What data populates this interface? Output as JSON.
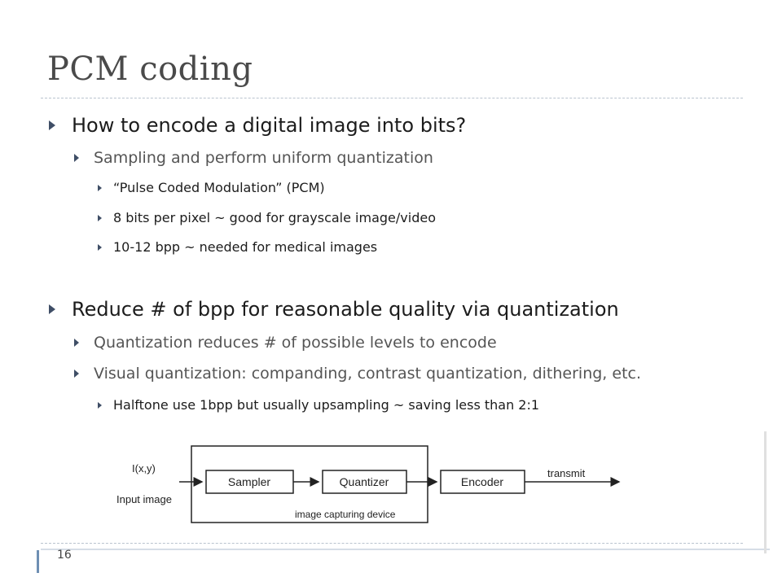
{
  "slide": {
    "title": "PCM coding",
    "page_number": "16"
  },
  "bullets": {
    "b1": "How to encode a digital image into bits?",
    "b1_1": "Sampling and perform uniform quantization",
    "b1_1_1": "“Pulse Coded Modulation” (PCM)",
    "b1_1_2": "8 bits per pixel ~ good for grayscale image/video",
    "b1_1_3": "10-12 bpp ~ needed for medical images",
    "b2": "Reduce # of bpp for reasonable quality via quantization",
    "b2_1": "Quantization reduces # of possible levels to encode",
    "b2_2": "Visual quantization: companding, contrast quantization, dithering, etc.",
    "b2_2_1": "Halftone use 1bpp but usually upsampling ~ saving less than 2:1"
  },
  "diagram": {
    "input_signal": "I(x,y)",
    "input_label": "Input image",
    "sampler": "Sampler",
    "quantizer": "Quantizer",
    "encoder": "Encoder",
    "output_label": "transmit",
    "device_label": "image capturing device"
  }
}
